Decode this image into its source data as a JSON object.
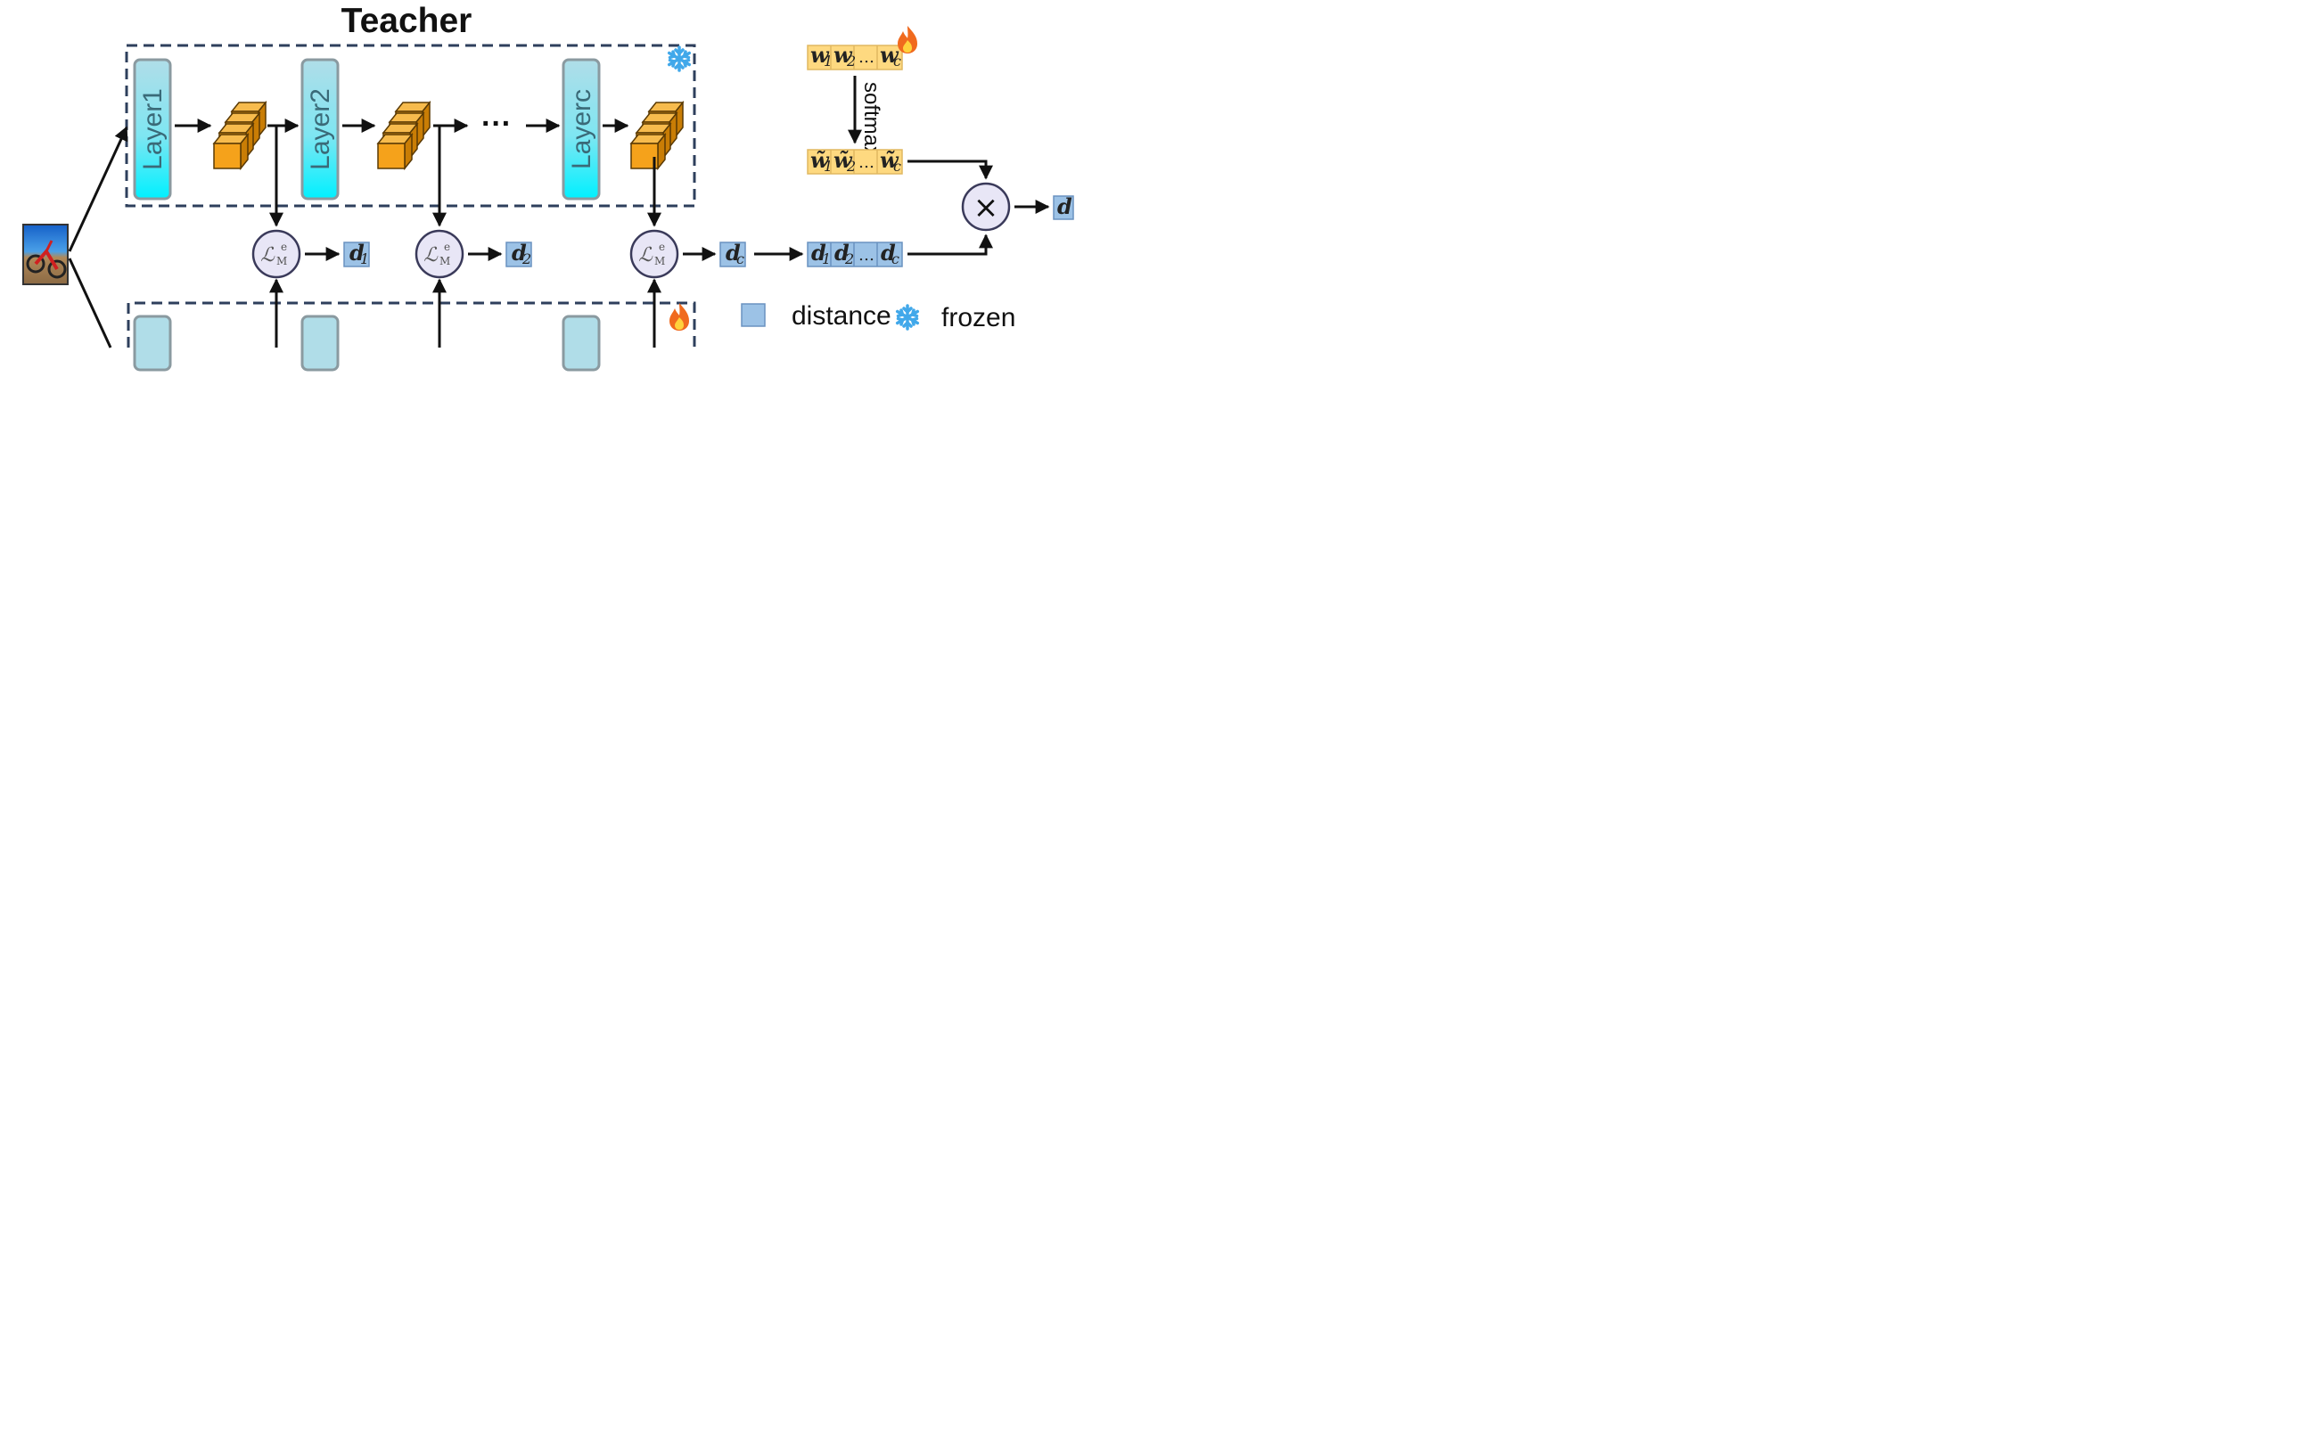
{
  "teacher": {
    "title": "Teacher",
    "layers": [
      "Layer1",
      "Layer2",
      "Layerc"
    ],
    "ellipsis": "···"
  },
  "distances": {
    "d1": "d",
    "d1_sub": "1",
    "d2": "d",
    "d2_sub": "2",
    "dc": "d",
    "dc_sub": "c",
    "ellipsis": "…",
    "output": "d"
  },
  "weights": {
    "w": "w",
    "w_tilde": "w̃",
    "sub1": "1",
    "sub2": "2",
    "subc": "c",
    "ellipsis": "…",
    "softmax_label": "softmax"
  },
  "loss": {
    "symbol": "ℒ",
    "sup": "e",
    "sub": "M"
  },
  "multiply_symbol": "×",
  "legend": {
    "distance_label": "distance",
    "frozen_label": "frozen"
  },
  "colors": {
    "layer_top": "#b0dde8",
    "layer_bottom": "#00f0ff",
    "feature": "#f5a21b",
    "distance_box": "#9cc2e6",
    "weight_box": "#fed980",
    "loss_circle": "#e8e6f6",
    "dashed": "#2e3f5c",
    "snowflake": "#41a8ea",
    "flame": "#f06a1e"
  }
}
